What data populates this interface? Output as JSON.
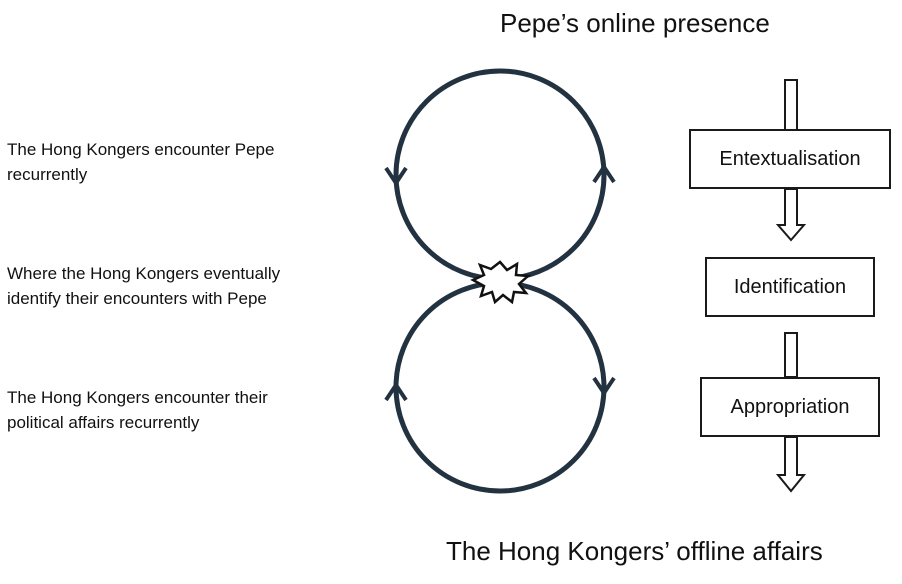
{
  "titles": {
    "top": "Pepe’s online presence",
    "bottom": "The Hong Kongers’ offline affairs"
  },
  "side_labels": [
    {
      "lines": [
        "The Hong Kongers encounter Pepe",
        "recurrently"
      ]
    },
    {
      "lines": [
        "Where the Hong Kongers eventually",
        "identify their encounters with Pepe"
      ]
    },
    {
      "lines": [
        "The Hong Kongers encounter their",
        "political affairs recurrently"
      ]
    }
  ],
  "stages": [
    {
      "label": "Entextualisation"
    },
    {
      "label": "Identification"
    },
    {
      "label": "Appropriation"
    }
  ],
  "colors": {
    "loop_stroke": "#233240",
    "box_border": "#1a1a1a",
    "text": "#111111"
  }
}
